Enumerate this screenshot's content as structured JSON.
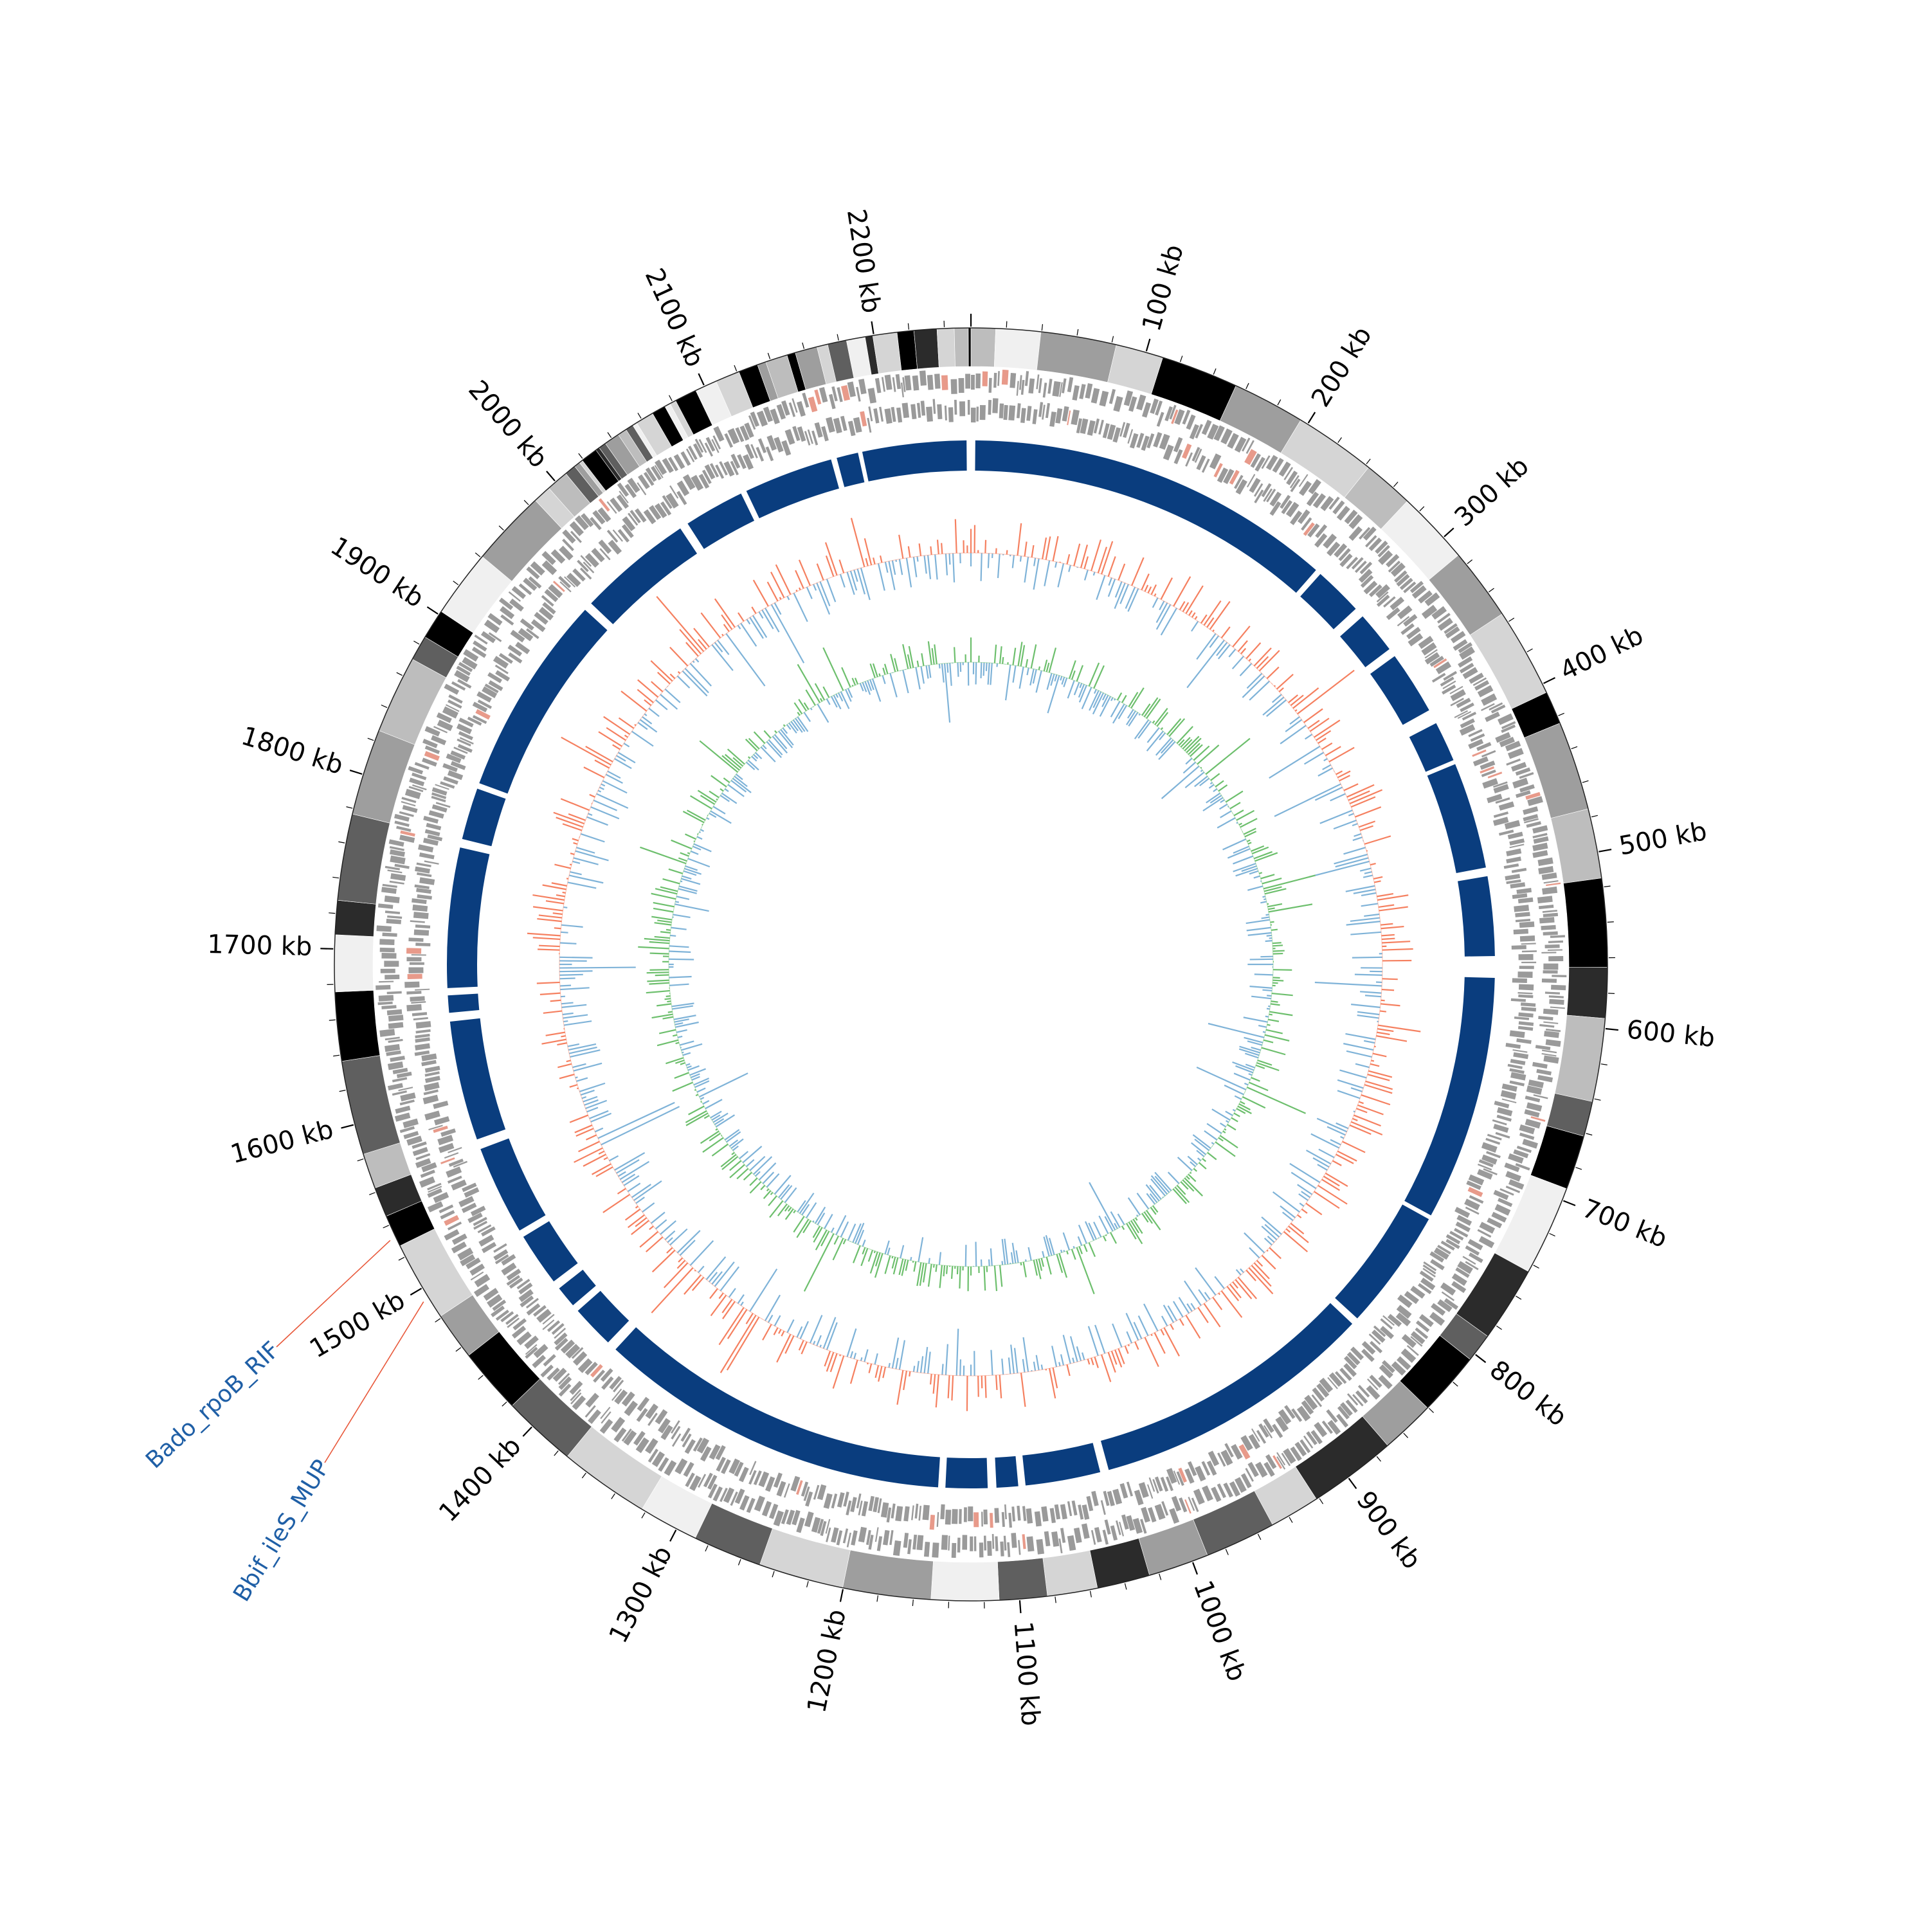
{
  "genome": {
    "length_kb": 2255,
    "tick_labels": [
      "100 kb",
      "200 kb",
      "300 kb",
      "400 kb",
      "500 kb",
      "600 kb",
      "700 kb",
      "800 kb",
      "900 kb",
      "1000 kb",
      "1100 kb",
      "1200 kb",
      "1300 kb",
      "1400 kb",
      "1500 kb",
      "1600 kb",
      "1700 kb",
      "1800 kb",
      "1900 kb",
      "2000 kb",
      "2100 kb",
      "2200 kb"
    ],
    "tick_positions_kb": [
      100,
      200,
      300,
      400,
      500,
      600,
      700,
      800,
      900,
      1000,
      1100,
      1200,
      1300,
      1400,
      1500,
      1600,
      1700,
      1800,
      1900,
      2000,
      2100,
      2200
    ],
    "minor_tick_step_kb": 20
  },
  "annotations": [
    {
      "label": "Bado_rpoB_RIF",
      "position_kb": 1532
    },
    {
      "label": "Bbif_ileS_MUP",
      "position_kb": 1493
    }
  ],
  "colors": {
    "annotation_text": "#1f5fa6",
    "annotation_line": "#e8583a",
    "contig_track": "#0a3d7e",
    "gc_content_positive": "#f58060",
    "gc_content_negative": "#7fb3d8",
    "gc_skew_positive": "#6dbf6d",
    "gc_skew_negative": "#7fb3d8",
    "gene_gray": "#9a9a9a",
    "gene_highlight": "#e89a8a"
  },
  "tracks": [
    "contig_segments",
    "genes_forward_reverse",
    "assembly_blocks",
    "gc_content",
    "gc_skew"
  ]
}
